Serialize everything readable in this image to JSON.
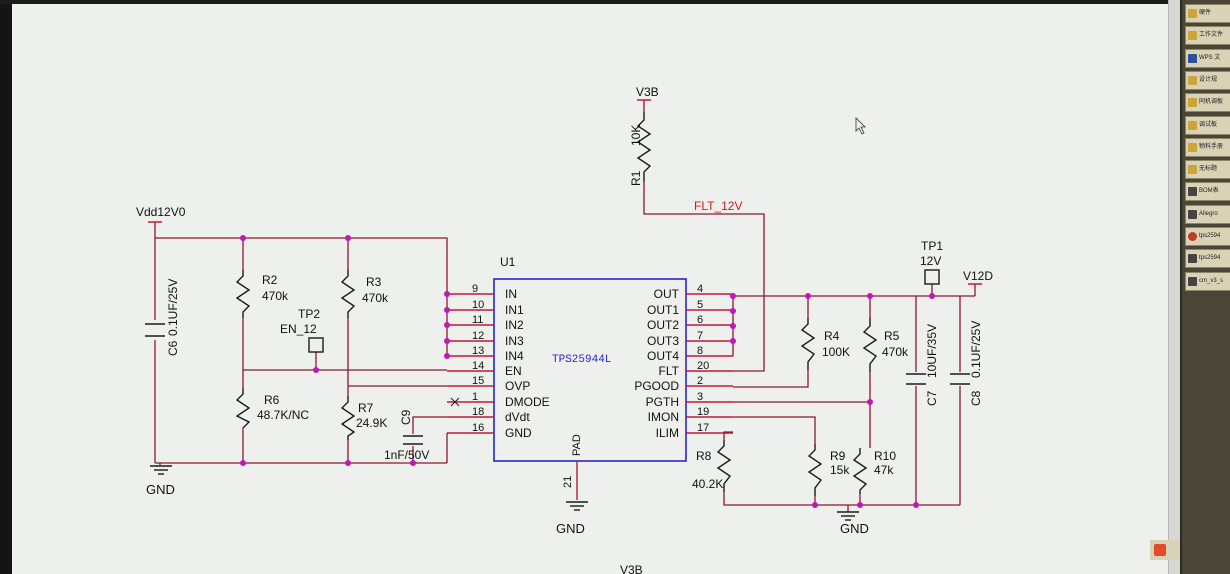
{
  "sheet": {
    "u1": {
      "ref": "U1",
      "part": "TPS25944L",
      "pad_label": "PAD",
      "pad_pin": "21",
      "left_pins": [
        {
          "num": "9",
          "name": "IN"
        },
        {
          "num": "10",
          "name": "IN1"
        },
        {
          "num": "11",
          "name": "IN2"
        },
        {
          "num": "12",
          "name": "IN3"
        },
        {
          "num": "13",
          "name": "IN4"
        },
        {
          "num": "14",
          "name": "EN"
        },
        {
          "num": "15",
          "name": "OVP"
        },
        {
          "num": "1",
          "name": "DMODE"
        },
        {
          "num": "18",
          "name": "dVdt"
        },
        {
          "num": "16",
          "name": "GND"
        }
      ],
      "right_pins": [
        {
          "num": "4",
          "name": "OUT"
        },
        {
          "num": "5",
          "name": "OUT1"
        },
        {
          "num": "6",
          "name": "OUT2"
        },
        {
          "num": "7",
          "name": "OUT3"
        },
        {
          "num": "8",
          "name": "OUT4"
        },
        {
          "num": "20",
          "name": "FLT"
        },
        {
          "num": "2",
          "name": "PGOOD"
        },
        {
          "num": "3",
          "name": "PGTH"
        },
        {
          "num": "19",
          "name": "IMON"
        },
        {
          "num": "17",
          "name": "ILIM"
        }
      ]
    },
    "nets": {
      "vdd": "Vdd12V0",
      "v3b_top": "V3B",
      "v3b_bottom": "V3B",
      "flt": "FLT_12V",
      "v12d": "V12D",
      "gnd1": "GND",
      "gnd2": "GND",
      "gnd3": "GND"
    },
    "parts": {
      "r1_ref": "R1",
      "r1_val": "10K",
      "r2_ref": "R2",
      "r2_val": "470k",
      "r3_ref": "R3",
      "r3_val": "470k",
      "r4_ref": "R4",
      "r4_val": "100K",
      "r5_ref": "R5",
      "r5_val": "470k",
      "r6_ref": "R6",
      "r6_val": "48.7K/NC",
      "r7_ref": "R7",
      "r7_val": "24.9K",
      "r8_ref": "R8",
      "r8_val": "40.2K",
      "r9_ref": "R9",
      "r9_val": "15k",
      "r10_ref": "R10",
      "r10_val": "47k",
      "c6_ref": "C6",
      "c6_val": "0.1UF/25V",
      "c7_ref": "C7",
      "c7_val": "10UF/35V",
      "c8_ref": "C8",
      "c8_val": "0.1UF/25V",
      "c9_ref": "C9",
      "c9_val": "1nF/50V",
      "tp1_ref": "TP1",
      "tp1_val": "12V",
      "tp2_ref": "TP2",
      "tp2_val": "EN_12"
    }
  },
  "taskbar": [
    {
      "label": "硬件",
      "icon": "folder-icon"
    },
    {
      "label": "工作文件",
      "icon": "folder-icon"
    },
    {
      "label": "WPS 文",
      "icon": "wps-icon"
    },
    {
      "label": "设计规",
      "icon": "folder-icon"
    },
    {
      "label": "同机调板",
      "icon": "folder-icon"
    },
    {
      "label": "调试板",
      "icon": "folder-icon"
    },
    {
      "label": "物料手册",
      "icon": "folder-icon"
    },
    {
      "label": "无标题",
      "icon": "folder-icon"
    },
    {
      "label": "BOM表",
      "icon": "app-icon"
    },
    {
      "label": "Allegro",
      "icon": "app-icon"
    },
    {
      "label": "tps2594",
      "icon": "pdf-icon"
    },
    {
      "label": "tps2594",
      "icon": "doc-icon"
    },
    {
      "label": "cm_v3_s",
      "icon": "app-icon"
    }
  ],
  "colors": {
    "wire": "#8a1a2a",
    "pin": "#c0193a",
    "junction": "#c415b8",
    "body": "#2a27c9",
    "text": "#111111",
    "net_red": "#d31a1a"
  }
}
